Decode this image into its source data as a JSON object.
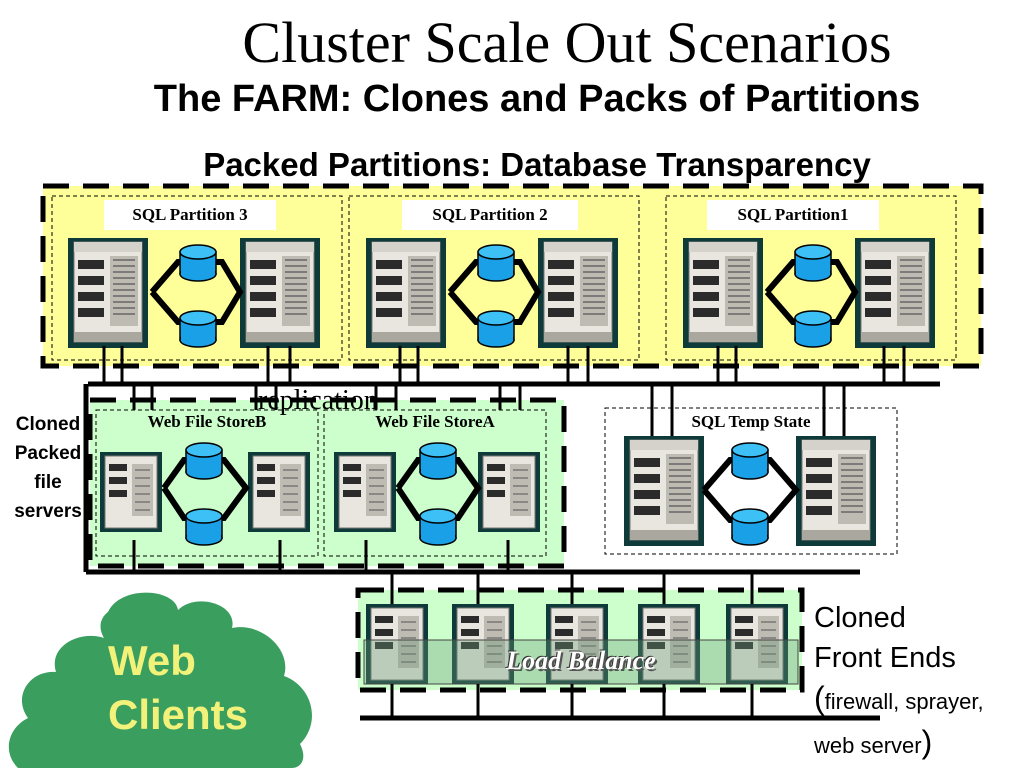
{
  "title": "Cluster Scale Out Scenarios",
  "subtitle": "The FARM: Clones and Packs of Partitions",
  "subtitle2": "Packed Partitions: Database Transparency",
  "partitions": [
    {
      "label": "SQL Partition 3"
    },
    {
      "label": "SQL Partition 2"
    },
    {
      "label": "SQL Partition1"
    }
  ],
  "replication_label": "replication",
  "file_stores": [
    {
      "label": "Web File StoreB"
    },
    {
      "label": "Web File StoreA"
    }
  ],
  "temp_state_label": "SQL Temp State",
  "cloned_packed_label": [
    "Cloned",
    "Packed",
    "file",
    "servers"
  ],
  "load_balance_label": "Load Balance",
  "front_ends": {
    "line1": "Cloned",
    "line2": "Front Ends",
    "paren_open": "(",
    "line3": "firewall, sprayer,",
    "line4": "web server",
    "paren_close": ")"
  },
  "web_clients": [
    "Web",
    "Clients"
  ],
  "colors": {
    "partition_bg": "#ffff99",
    "filestore_bg": "#ccffcc",
    "cloud_green": "#3a9e5e",
    "cloud_text": "#f2f27a",
    "disk_blue": "#1aa0e6",
    "server_dark": "#0e3b3a"
  }
}
